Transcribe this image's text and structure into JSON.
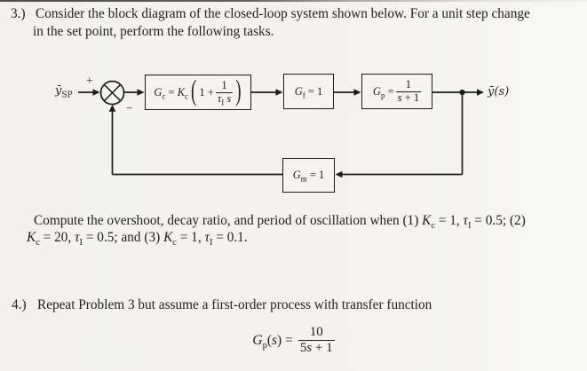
{
  "page": {
    "background": "#f4f3ef",
    "ink": "#23211d",
    "line_color": "#1b1b1b"
  },
  "problem3": {
    "number": "3.)",
    "line1": "Consider the block diagram of the closed-loop system shown below. For a unit step change",
    "line2": "in the set point, perform the following tasks."
  },
  "diagram": {
    "input_label": "*ȳ*_{SP}",
    "plus_sign": "+",
    "minus_sign": "−",
    "output_label": "*ȳ*(*s*)",
    "blocks": {
      "gc": {
        "lhs": "*G*_{c} = *K*_{c}",
        "paren_open": "(",
        "inner_pre": "1 +",
        "frac_num": "1",
        "frac_den": "*τ*_{I} *s*",
        "paren_close": ")"
      },
      "gf": {
        "label": "*G*_{f} = 1"
      },
      "gp": {
        "lhs": "*G*_{p} =",
        "frac_num": "1",
        "frac_den": "*s* + 1"
      },
      "gm": {
        "label": "*G*_{m} = 1"
      }
    }
  },
  "tasks": {
    "line1": "Compute the overshoot, decay ratio, and period of oscillation when (1) *K*_{c} = 1, *τ*_{I} = 0.5; (2)",
    "line2": "*K*_{c} = 20, *τ*_{I} = 0.5; and (3) *K*_{c} = 1, *τ*_{I} = 0.1."
  },
  "problem4": {
    "number": "4.)",
    "text": "Repeat Problem 3 but assume a first-order process with transfer function",
    "equation": {
      "lhs": "*G*_{p}(*s*) =",
      "frac_num": "10",
      "frac_den": "5*s* + 1"
    }
  }
}
